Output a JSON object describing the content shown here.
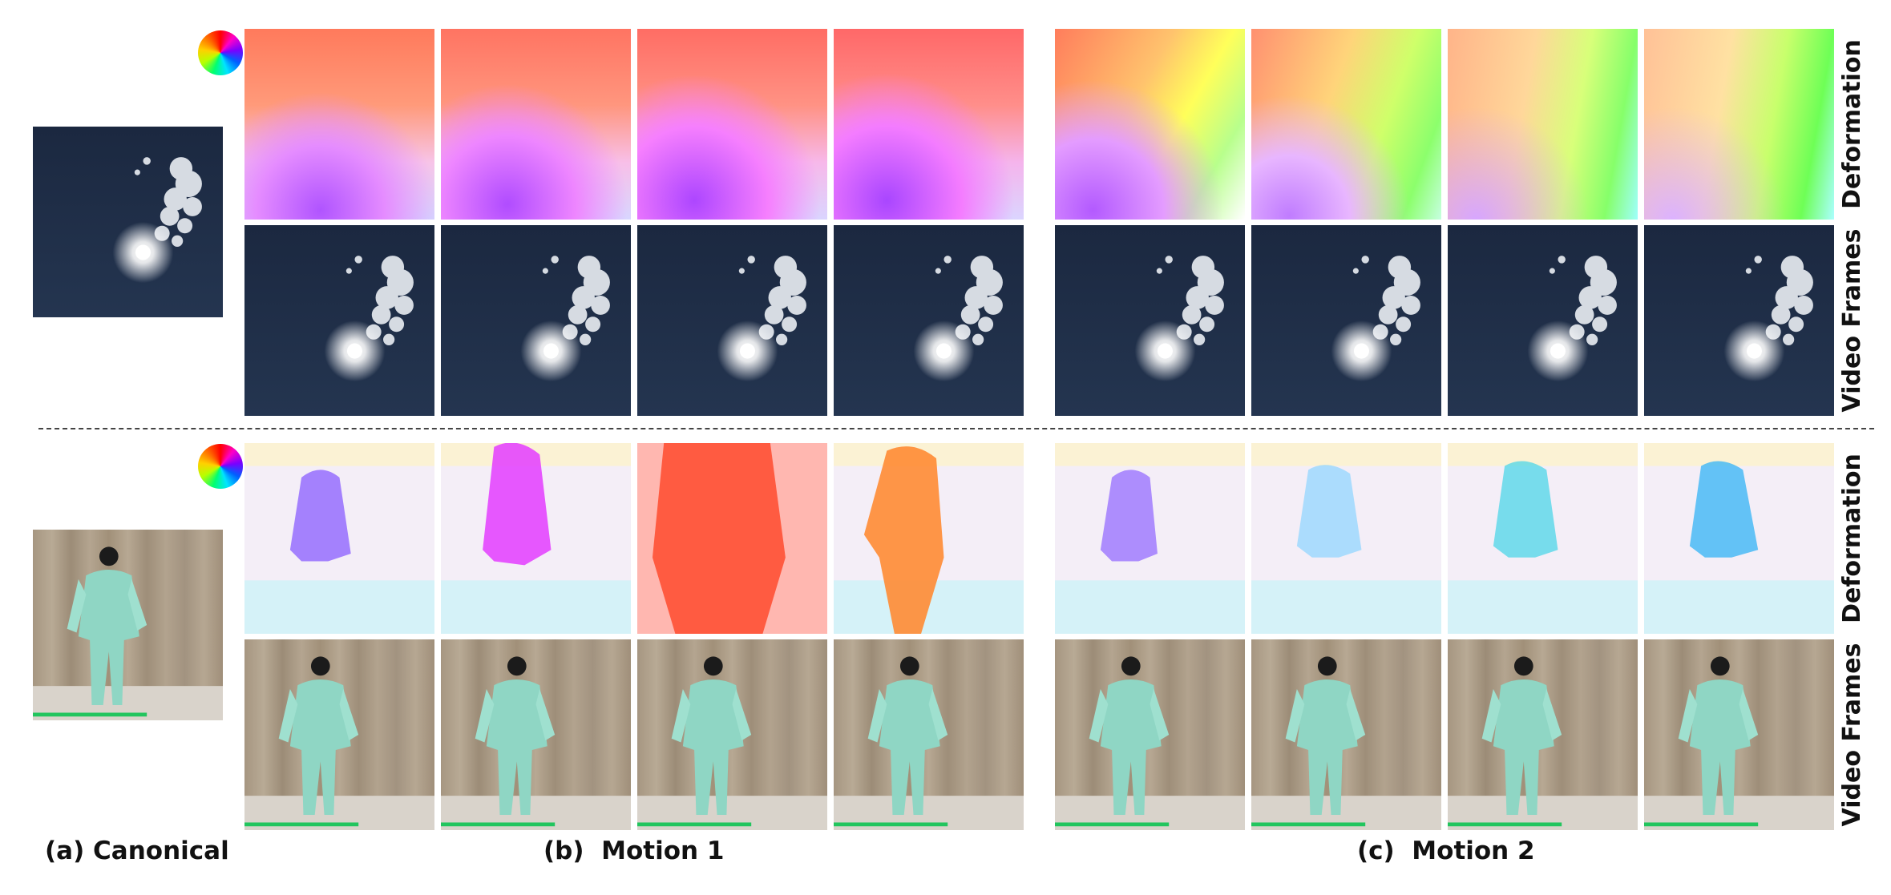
{
  "figure": {
    "captions": {
      "canonical": "(a) Canonical",
      "motion1": "(b)  Motion 1",
      "motion2": "(c)  Motion 2"
    },
    "row_labels": {
      "deformation": "Deformation",
      "video_frames": "Video Frames"
    },
    "colors": {
      "sky_background": "#1d2b42",
      "cloud": "#e8ecf1",
      "dancer_suit": "#8fd6c4",
      "curtain": "#a99a86",
      "ground_strip_text": "#22c55e"
    },
    "icons": [
      "color-wheel-icon"
    ],
    "sections": [
      {
        "name": "sky",
        "rows": [
          "deformation",
          "video_frames"
        ],
        "canonical_image": "sky-sun-clouds"
      },
      {
        "name": "taichi",
        "rows": [
          "deformation",
          "video_frames"
        ],
        "canonical_image": "taichi-dancer"
      }
    ]
  }
}
